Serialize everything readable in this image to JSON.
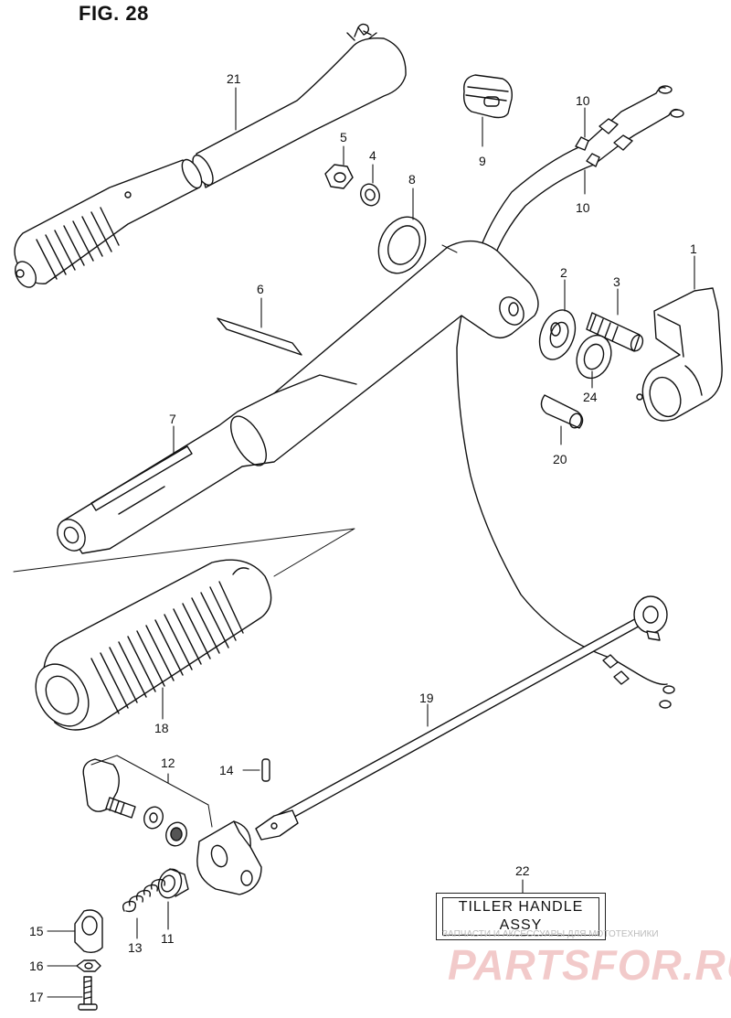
{
  "figure": {
    "title": "FIG. 28"
  },
  "callouts": {
    "c1": "1",
    "c2": "2",
    "c3": "3",
    "c4": "4",
    "c5": "5",
    "c6": "6",
    "c7": "7",
    "c8": "8",
    "c9": "9",
    "c10a": "10",
    "c10b": "10",
    "c11": "11",
    "c12": "12",
    "c13": "13",
    "c14": "14",
    "c15": "15",
    "c16": "16",
    "c17": "17",
    "c18": "18",
    "c19": "19",
    "c20": "20",
    "c21": "21",
    "c22": "22",
    "c24": "24"
  },
  "assembly": {
    "line1": "TILLER HANDLE",
    "line2": "ASSY"
  },
  "watermark": {
    "subtitle": "ЗАПЧАСТИ И АКСЕССУАРЫ ДЛЯ МОТОТЕХНИКИ",
    "logo": "PARTSFOR.RU"
  },
  "colors": {
    "line": "#111111",
    "watermark": "#e8a0a0"
  }
}
